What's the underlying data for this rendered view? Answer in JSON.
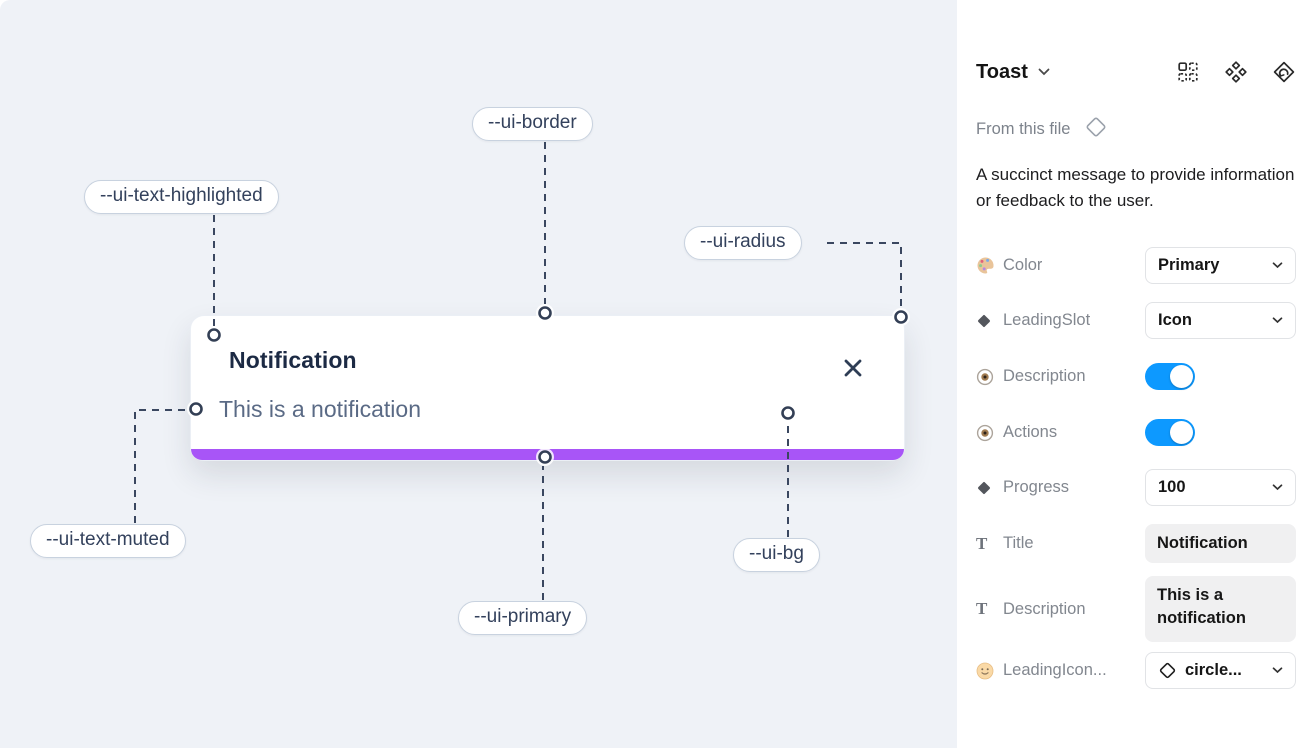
{
  "theme": {
    "primary": "#A855F7",
    "toggle_on": "#0D99FF",
    "canvas_bg": "#EFF2F7",
    "dash": "#3A4760"
  },
  "canvas": {
    "toast": {
      "title": "Notification",
      "description": "This is a notification"
    },
    "labels": [
      {
        "id": "ui-border",
        "text": "--ui-border"
      },
      {
        "id": "ui-text-highlighted",
        "text": "--ui-text-highlighted"
      },
      {
        "id": "ui-radius",
        "text": "--ui-radius"
      },
      {
        "id": "ui-text-muted",
        "text": "--ui-text-muted"
      },
      {
        "id": "ui-primary",
        "text": "--ui-primary"
      },
      {
        "id": "ui-bg",
        "text": "--ui-bg"
      }
    ]
  },
  "panel": {
    "title": "Toast",
    "source_label": "From this file",
    "description": "A succinct message to provide information or feedback to the user.",
    "header_icons": [
      "grid-squares-icon",
      "diamonds-icon",
      "diamond-arrow-icon"
    ],
    "icon_glyphs": {
      "text": "T"
    },
    "properties": [
      {
        "label": "Color",
        "icon": "palette-icon",
        "control": "select",
        "value": "Primary"
      },
      {
        "label": "LeadingSlot",
        "icon": "diamond-icon",
        "control": "select",
        "value": "Icon"
      },
      {
        "label": "Description",
        "icon": "eye-icon",
        "control": "toggle",
        "value": "on"
      },
      {
        "label": "Actions",
        "icon": "eye-icon",
        "control": "toggle",
        "value": "on"
      },
      {
        "label": "Progress",
        "icon": "diamond-icon",
        "control": "select",
        "value": "100"
      },
      {
        "label": "Title",
        "icon": "text-icon",
        "control": "text",
        "value": "Notification"
      },
      {
        "label": "Description",
        "icon": "text-icon",
        "control": "textarea",
        "value": "This is a notification"
      },
      {
        "label": "LeadingIcon...",
        "icon": "smiley-icon",
        "control": "select-icon",
        "value": "circle..."
      }
    ]
  }
}
